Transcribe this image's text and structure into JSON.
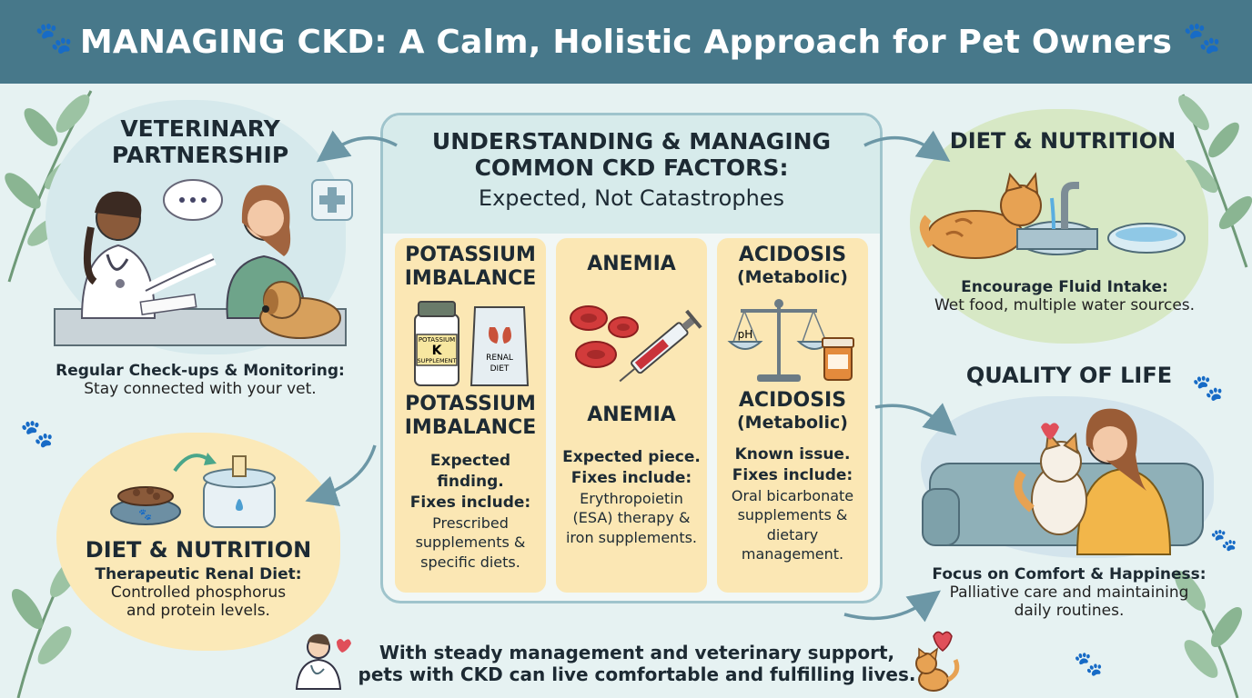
{
  "header": {
    "title": "MANAGING CKD: A Calm, Holistic Approach for Pet Owners"
  },
  "center": {
    "title_line1": "UNDERSTANDING & MANAGING",
    "title_line2": "COMMON CKD FACTORS:",
    "subtitle": "Expected, Not Catastrophes",
    "columns": [
      {
        "title_line1": "POTASSIUM",
        "title_line2": "IMBALANCE",
        "label_line1": "POTASSIUM",
        "label_line2": "IMBALANCE",
        "bottle_text1": "POTASSIUM",
        "bottle_text2": "K",
        "bottle_text3": "SUPPLEMENT",
        "bag_text1": "RENAL",
        "bag_text2": "DIET",
        "finding": "Expected finding.",
        "fixes_label": "Fixes include:",
        "fixes_line1": "Prescribed",
        "fixes_line2": "supplements &",
        "fixes_line3": "specific diets."
      },
      {
        "title_line1": "ANEMIA",
        "label_line1": "ANEMIA",
        "finding": "Expected piece.",
        "fixes_label": "Fixes include:",
        "fixes_line1": "Erythropoietin",
        "fixes_line2": "(ESA) therapy &",
        "fixes_line3": "iron supplements."
      },
      {
        "title_line1": "ACIDOSIS",
        "title_line2": "(Metabolic)",
        "label_line1": "ACIDOSIS",
        "label_line2": "(Metabolic)",
        "scale_text": "pH",
        "finding": "Known issue.",
        "fixes_label": "Fixes include:",
        "fixes_line1": "Oral bicarbonate",
        "fixes_line2": "supplements &",
        "fixes_line3": "dietary management."
      }
    ]
  },
  "vet": {
    "title_line1": "VETERINARY",
    "title_line2": "PARTNERSHIP",
    "caption_bold": "Regular Check-ups & Monitoring:",
    "caption": "Stay connected with your vet."
  },
  "diet_left": {
    "title": "DIET & NUTRITION",
    "caption_bold": "Therapeutic Renal Diet:",
    "caption_line1": "Controlled phosphorus",
    "caption_line2": "and protein levels."
  },
  "diet_right": {
    "title": "DIET & NUTRITION",
    "caption_bold": "Encourage Fluid Intake:",
    "caption": "Wet food, multiple water sources."
  },
  "quality": {
    "title": "QUALITY OF LIFE",
    "caption_bold": "Focus on Comfort & Happiness:",
    "caption_line1": "Palliative care and maintaining",
    "caption_line2": "daily routines."
  },
  "footer": {
    "line1": "With steady management and veterinary support,",
    "line2": "pets with CKD can live comfortable and fulfilling lives."
  },
  "colors": {
    "header": "#47788a",
    "background": "#e6f2f2",
    "column": "#fbe7b4",
    "leaf": "#8fb99a",
    "accent_red": "#c9333b"
  }
}
